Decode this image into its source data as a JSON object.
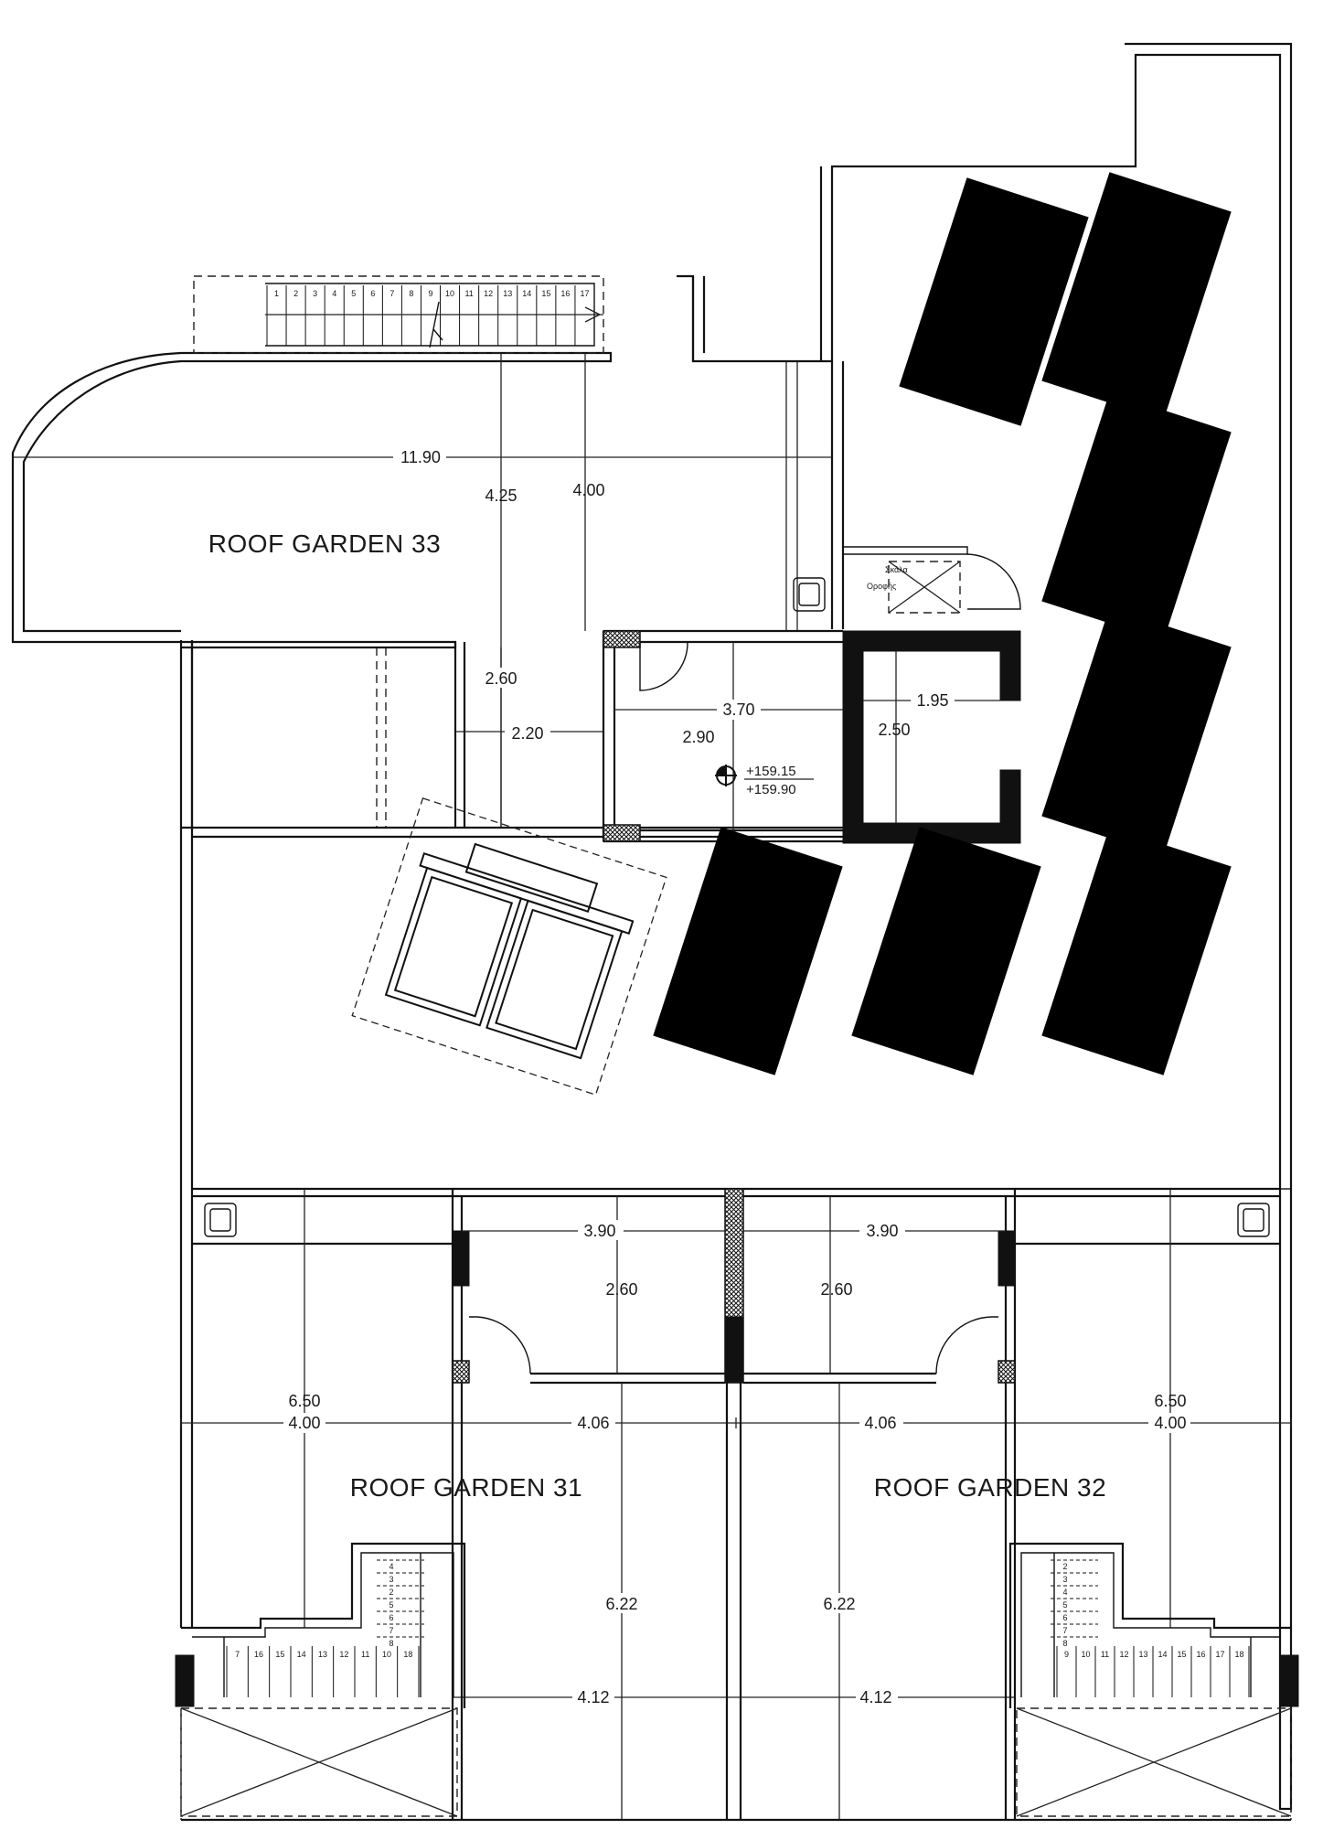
{
  "rooms": {
    "roof_garden_33": "ROOF GARDEN 33",
    "roof_garden_31": "ROOF GARDEN 31",
    "roof_garden_32": "ROOF GARDEN 32"
  },
  "dimensions": {
    "top_width": "11.90",
    "height_a": "4.25",
    "height_b": "4.00",
    "stair_gap": "2.60",
    "corridor": "2.20",
    "room_width": "3.70",
    "room_height": "2.90",
    "lift_width": "1.95",
    "lift_height": "2.50",
    "unit31_room_width": "3.90",
    "unit31_room_height": "2.60",
    "unit32_room_width": "3.90",
    "unit32_room_height": "2.60",
    "left_depth": "6.50",
    "right_depth": "6.50",
    "left_edge": "4.00",
    "left_mid": "4.06",
    "right_mid": "4.06",
    "right_edge": "4.00",
    "garden31_depth": "6.22",
    "garden32_depth": "6.22",
    "garden31_bottom": "4.12",
    "garden32_bottom": "4.12"
  },
  "levels": {
    "level_a": "+159.15",
    "level_b": "+159.90"
  },
  "annotations": {
    "machine_room_line1": "Σκάλα",
    "machine_room_line2": "Οροφής"
  },
  "stair_numbers": {
    "top_stair": [
      "1",
      "2",
      "3",
      "4",
      "5",
      "6",
      "7",
      "8",
      "9",
      "10",
      "11",
      "12",
      "13",
      "14",
      "15",
      "16",
      "17"
    ],
    "left_stair_row": [
      "7",
      "16",
      "15",
      "14",
      "13",
      "12",
      "11",
      "10",
      "18"
    ],
    "left_stair_upper": [
      "4",
      "3",
      "2",
      "5",
      "6",
      "7",
      "8"
    ],
    "right_stair_row": [
      "9",
      "10",
      "11",
      "12",
      "13",
      "14",
      "15",
      "16",
      "17",
      "18"
    ],
    "right_stair_upper": [
      "2",
      "3",
      "4",
      "5",
      "6",
      "7",
      "8"
    ]
  },
  "icons": {
    "level_marker": "level-datum-icon",
    "sink": "sink-icon",
    "sunbed": "sunbed-icon"
  }
}
